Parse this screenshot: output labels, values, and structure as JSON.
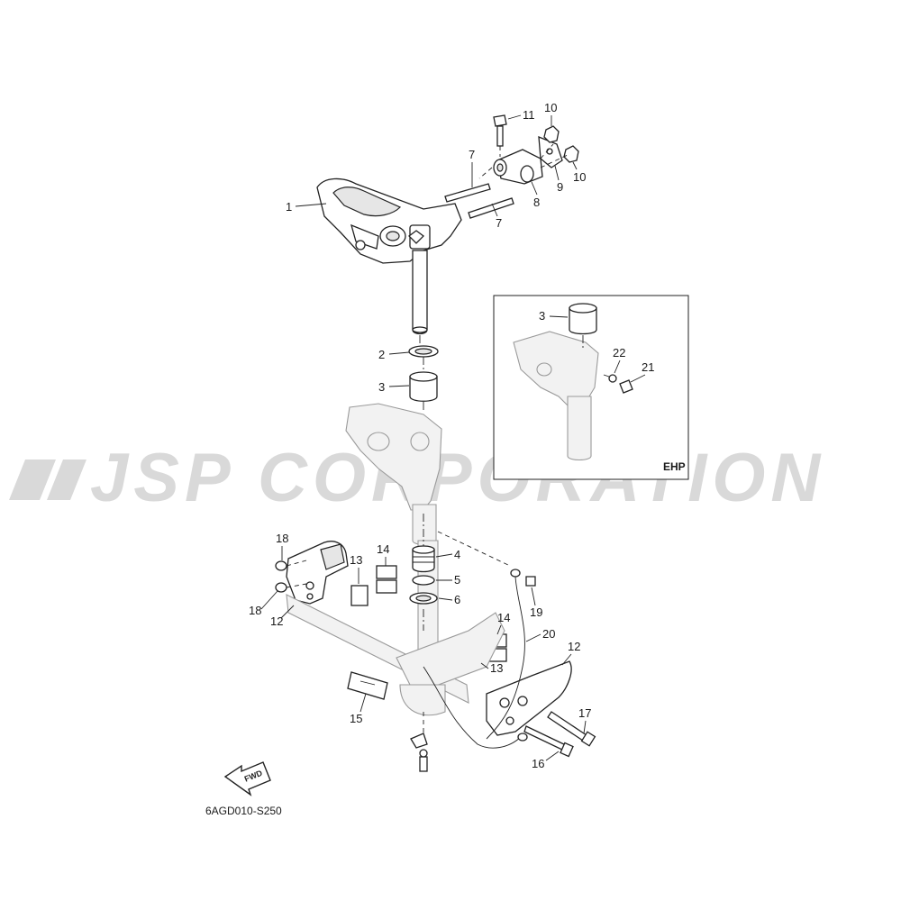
{
  "diagram": {
    "code": "6AGD010-S250",
    "watermark": "JSP CORPORATION",
    "inset_label": "EHP",
    "fwd_label": "FWD",
    "callouts": {
      "c1": "1",
      "c2": "2",
      "c3": "3",
      "c4": "4",
      "c5": "5",
      "c6": "6",
      "c7a": "7",
      "c7b": "7",
      "c8": "8",
      "c9": "9",
      "c10a": "10",
      "c10b": "10",
      "c11": "11",
      "c12a": "12",
      "c12b": "12",
      "c13a": "13",
      "c13b": "13",
      "c14a": "14",
      "c14b": "14",
      "c15": "15",
      "c16": "16",
      "c17": "17",
      "c18a": "18",
      "c18b": "18",
      "c19": "19",
      "c20": "20",
      "inset3": "3",
      "inset21": "21",
      "inset22": "22"
    }
  }
}
